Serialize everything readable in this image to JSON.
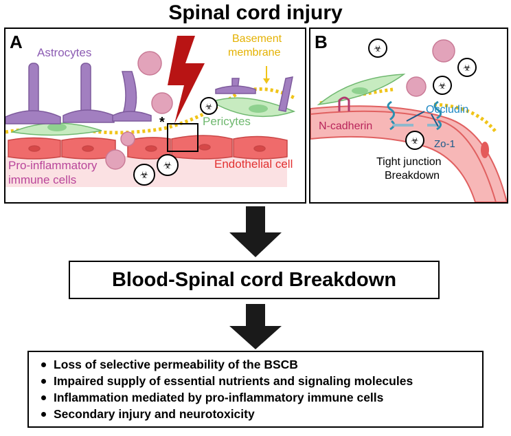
{
  "title": "Spinal cord injury",
  "panel_a": {
    "letter": "A",
    "astrocytes": "Astrocytes",
    "basement_membrane_1": "Basement",
    "basement_membrane_2": "membrane",
    "pericytes": "Pericytes",
    "endothelial_cell": "Endothelial cell",
    "immune_cells_1": "Pro-inflammatory",
    "immune_cells_2": "immune cells",
    "asterisk": "*"
  },
  "panel_b": {
    "letter": "B",
    "occludin": "Occludin",
    "n_cadherin": "N-cadherin",
    "zo1": "Zo-1",
    "tight_junction_1": "Tight junction",
    "tight_junction_2": "Breakdown"
  },
  "main_box": "Blood-Spinal cord Breakdown",
  "consequences": [
    "Loss of selective permeability of the BSCB",
    "Impaired supply of essential nutrients and signaling molecules",
    "Inflammation mediated by pro-inflammatory immune cells",
    "Secondary injury and neurotoxicity"
  ],
  "colors": {
    "astrocyte": "#9a6fb8",
    "basement": "#f0c419",
    "pericyte": "#8fd18f",
    "endothelial": "#e8504f",
    "immune": "#d88aa8",
    "lightning": "#b81414",
    "junction": "#2a8fb0"
  }
}
